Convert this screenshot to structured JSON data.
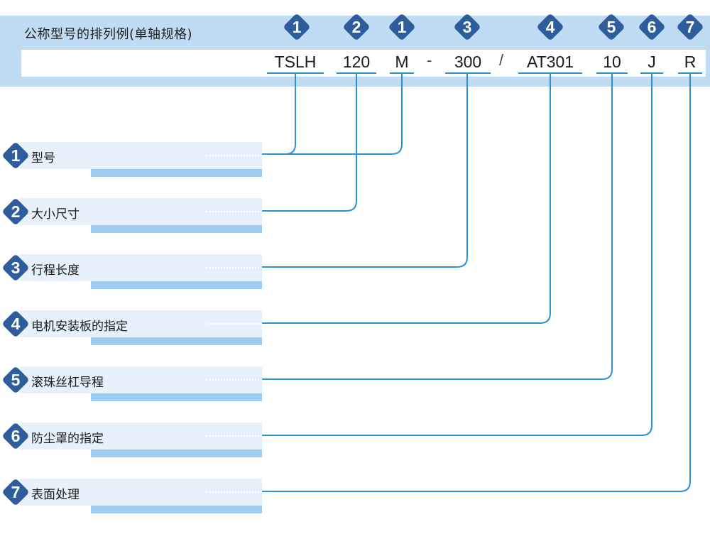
{
  "title": "公称型号的排列例(单轴规格)",
  "codes": [
    {
      "badge": "1",
      "text": "TSLH"
    },
    {
      "badge": "2",
      "text": "120"
    },
    {
      "badge": "1",
      "text": "M"
    },
    {
      "badge": "3",
      "text": "300"
    },
    {
      "badge": "4",
      "text": "AT301"
    },
    {
      "badge": "5",
      "text": "10"
    },
    {
      "badge": "6",
      "text": "J"
    },
    {
      "badge": "7",
      "text": "R"
    }
  ],
  "separators": [
    "-",
    "/"
  ],
  "items": [
    {
      "num": "1",
      "label": "型号"
    },
    {
      "num": "2",
      "label": "大小尺寸"
    },
    {
      "num": "3",
      "label": "行程长度"
    },
    {
      "num": "4",
      "label": "电机安装板的指定"
    },
    {
      "num": "5",
      "label": "滚珠丝杠导程"
    },
    {
      "num": "6",
      "label": "防尘罩的指定"
    },
    {
      "num": "7",
      "label": "表面处理"
    }
  ],
  "colors": {
    "line": "#2d8fd5",
    "badge": "#2f5d9c",
    "band": "#bfdcf4",
    "box": "#e6f1fc",
    "shadow": "#9fcdef"
  }
}
